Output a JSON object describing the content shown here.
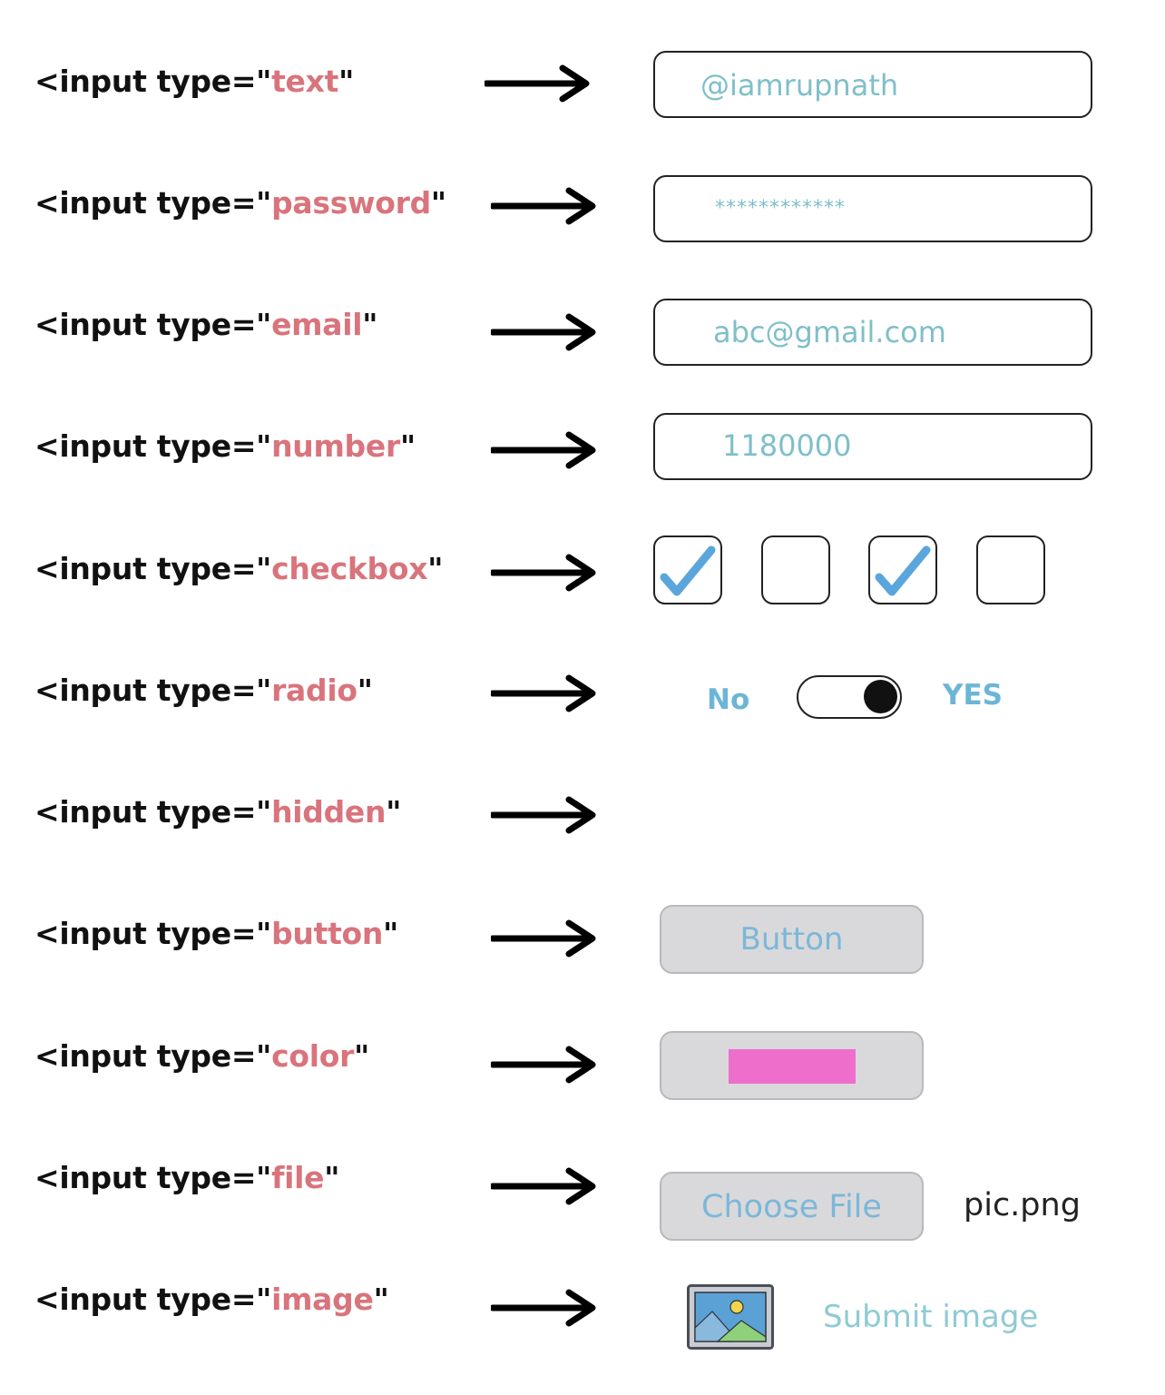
{
  "rows": [
    {
      "prefix": "<input type=\"",
      "type": "text",
      "suffix": "\""
    },
    {
      "prefix": "<input type=\"",
      "type": "password",
      "suffix": "\""
    },
    {
      "prefix": "<input type=\"",
      "type": "email",
      "suffix": "\""
    },
    {
      "prefix": "<input type=\"",
      "type": "number",
      "suffix": "\""
    },
    {
      "prefix": "<input type=\"",
      "type": "checkbox",
      "suffix": "\""
    },
    {
      "prefix": "<input type=\"",
      "type": "radio",
      "suffix": "\""
    },
    {
      "prefix": "<input type=\"",
      "type": "hidden",
      "suffix": "\""
    },
    {
      "prefix": "<input type=\"",
      "type": "button",
      "suffix": "\""
    },
    {
      "prefix": "<input type=\"",
      "type": "color",
      "suffix": "\""
    },
    {
      "prefix": "<input type=\"",
      "type": "file",
      "suffix": "\""
    },
    {
      "prefix": "<input type=\"",
      "type": "image",
      "suffix": "\""
    }
  ],
  "examples": {
    "text_value": "@iamrupnath",
    "password_value": "************",
    "email_value": "abc@gmail.com",
    "number_value": "1180000",
    "checkboxes": [
      true,
      false,
      true,
      false
    ],
    "toggle": {
      "off_label": "No",
      "on_label": "YES",
      "state": "on"
    },
    "button_label": "Button",
    "color_value": "#ee6ecc",
    "file_button_label": "Choose File",
    "file_name": "pic.png",
    "image_icon": "landscape-image-icon",
    "image_label": "Submit image"
  },
  "colors": {
    "keyword": "#d9747c",
    "field_text": "#7fbfc9",
    "check": "#5aa6dc",
    "button_text": "#7cb7d9"
  }
}
